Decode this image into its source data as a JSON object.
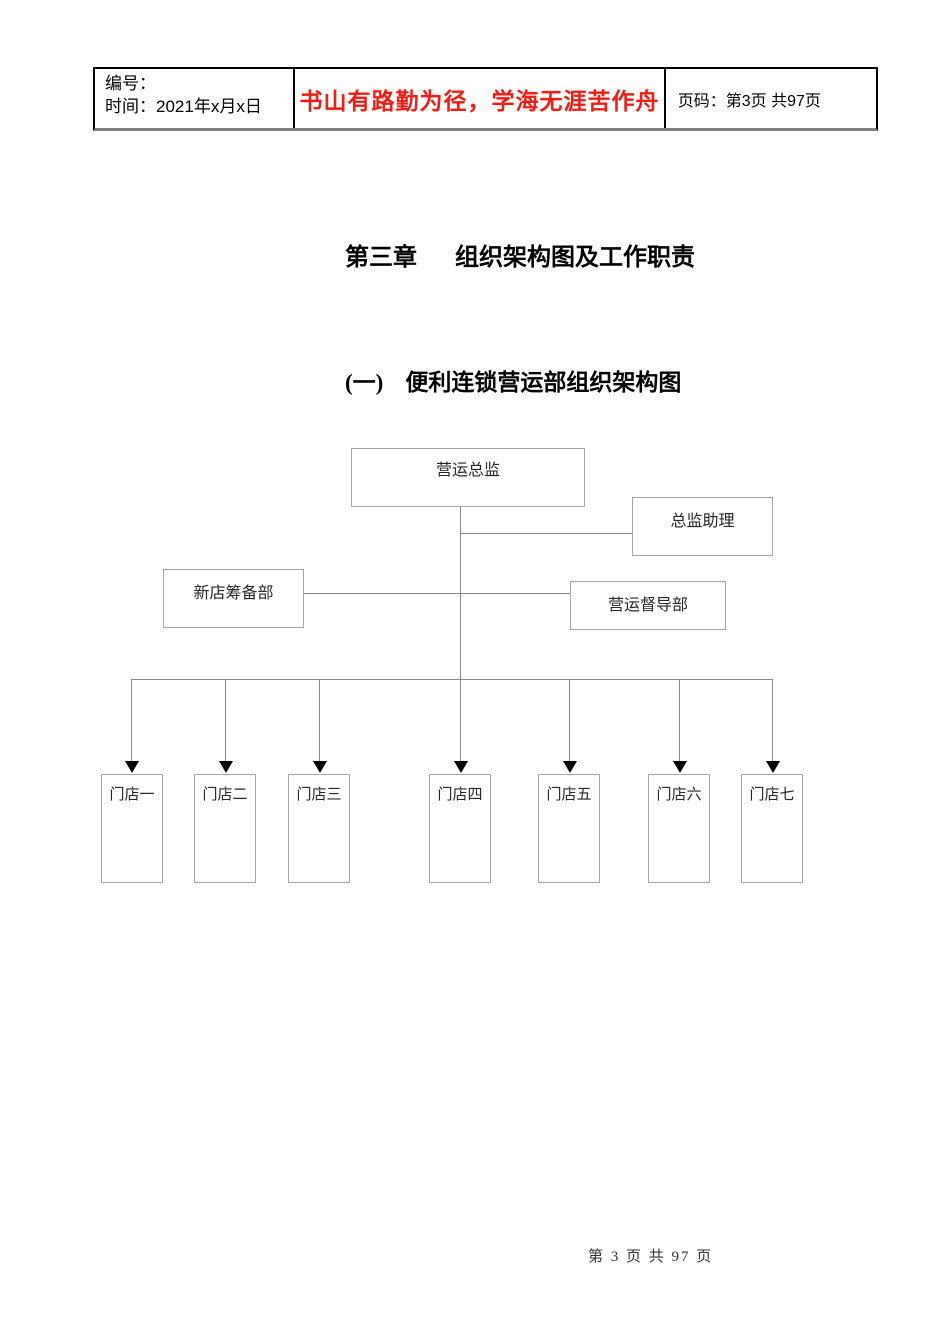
{
  "header": {
    "number_label": "编号：",
    "time_label": "时间：2021年x月x日",
    "motto": "书山有路勤为径，学海无涯苦作舟",
    "page_label": "页码：第3页 共97页"
  },
  "chapter": {
    "num": "第三章",
    "title": "组织架构图及工作职责"
  },
  "section": {
    "num": "(一)",
    "title": "便利连锁营运部组织架构图"
  },
  "org_chart": {
    "type": "org-tree",
    "nodes": {
      "director": "营运总监",
      "assistant": "总监助理",
      "new_store_prep": "新店筹备部",
      "supervision": "营运督导部"
    },
    "stores": [
      "门店一",
      "门店二",
      "门店三",
      "门店四",
      "门店五",
      "门店六",
      "门店七"
    ]
  },
  "footer": {
    "page_text": "第 3 页 共 97 页"
  },
  "colors": {
    "motto_red": "#f31b12",
    "line_gray": "#888888",
    "box_border": "#a6a6a6",
    "header_rule_gray": "#808080"
  }
}
